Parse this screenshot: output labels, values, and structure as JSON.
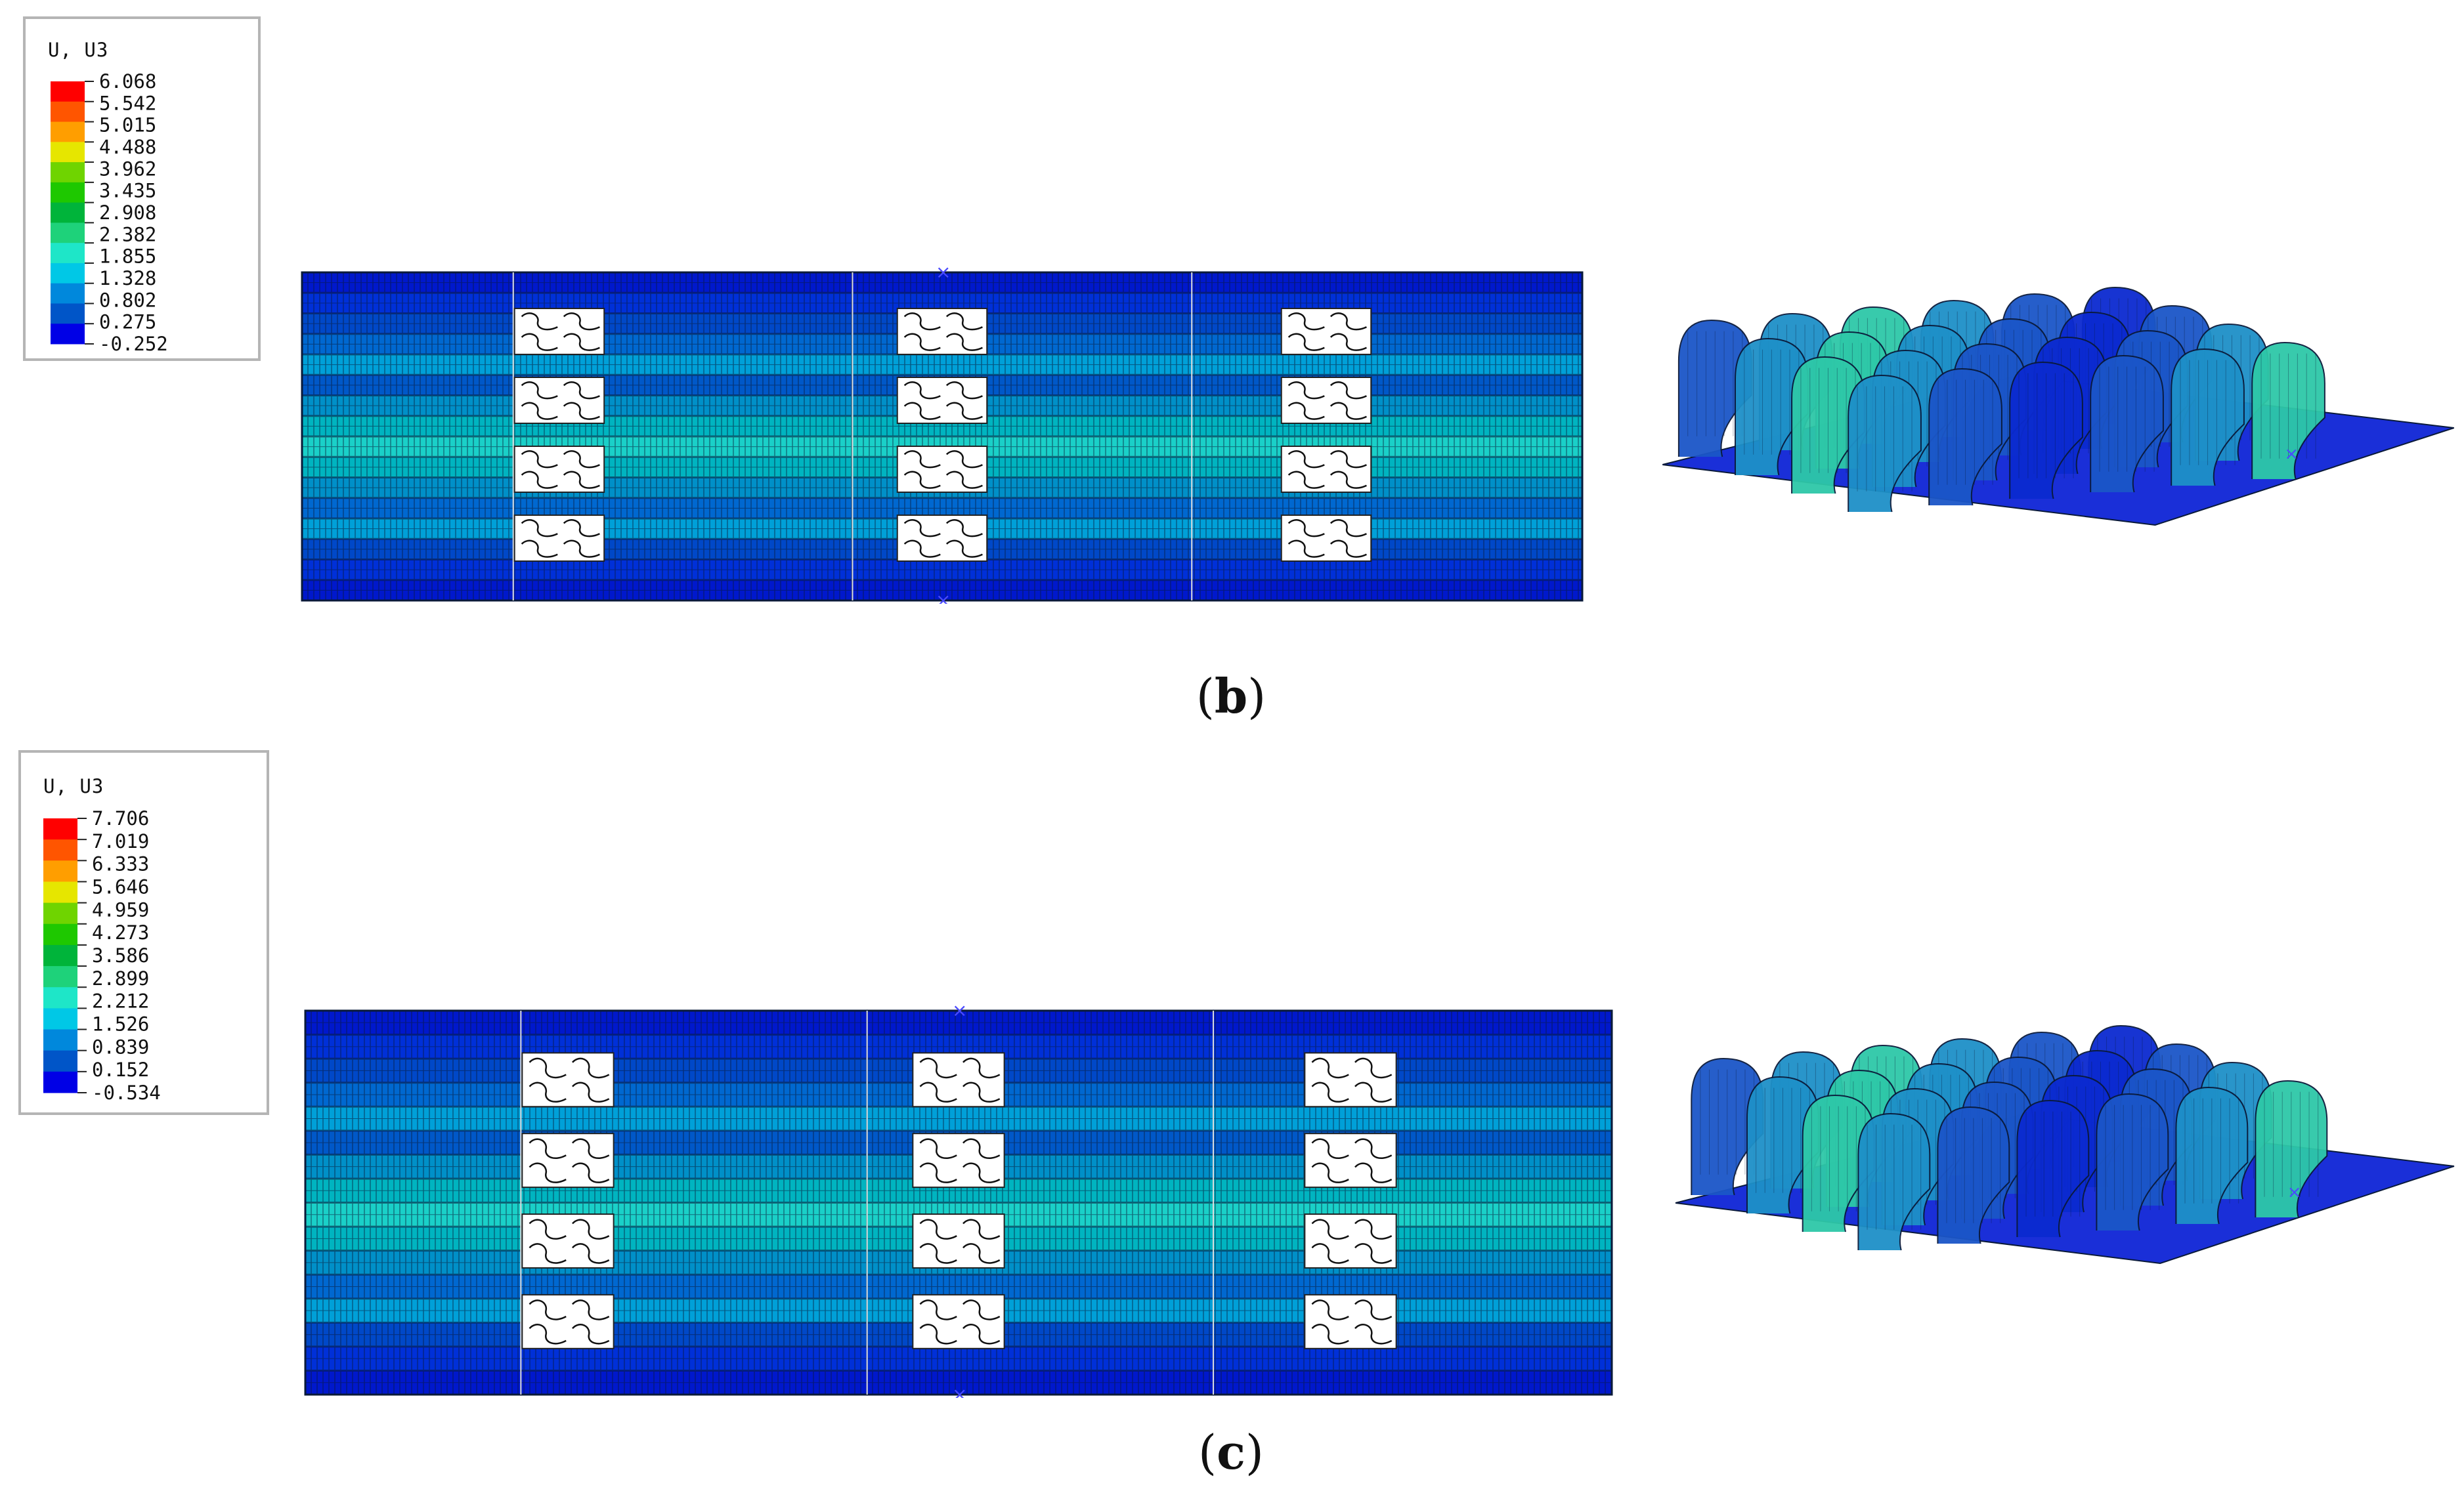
{
  "figures": [
    {
      "caption_letter": "b",
      "legend": {
        "title": "U, U3",
        "values": [
          "6.068",
          "5.542",
          "5.015",
          "4.488",
          "3.962",
          "3.435",
          "2.908",
          "2.382",
          "1.855",
          "1.328",
          "0.802",
          "0.275",
          "-0.252"
        ]
      }
    },
    {
      "caption_letter": "c",
      "legend": {
        "title": "U, U3",
        "values": [
          "7.706",
          "7.019",
          "6.333",
          "5.646",
          "4.959",
          "4.273",
          "3.586",
          "2.899",
          "2.212",
          "1.526",
          "0.839",
          "0.152",
          "-0.534"
        ]
      }
    }
  ],
  "colors": {
    "contour_scale": [
      "#ff0000",
      "#ff5500",
      "#ff9e00",
      "#e6e600",
      "#6fd400",
      "#1ec800",
      "#00b43a",
      "#1ed27a",
      "#1ee6c8",
      "#00c8e6",
      "#0088dc",
      "#0055c8",
      "#0000e6"
    ],
    "mesh_line": "#0a1a3a",
    "background": "#ffffff"
  }
}
